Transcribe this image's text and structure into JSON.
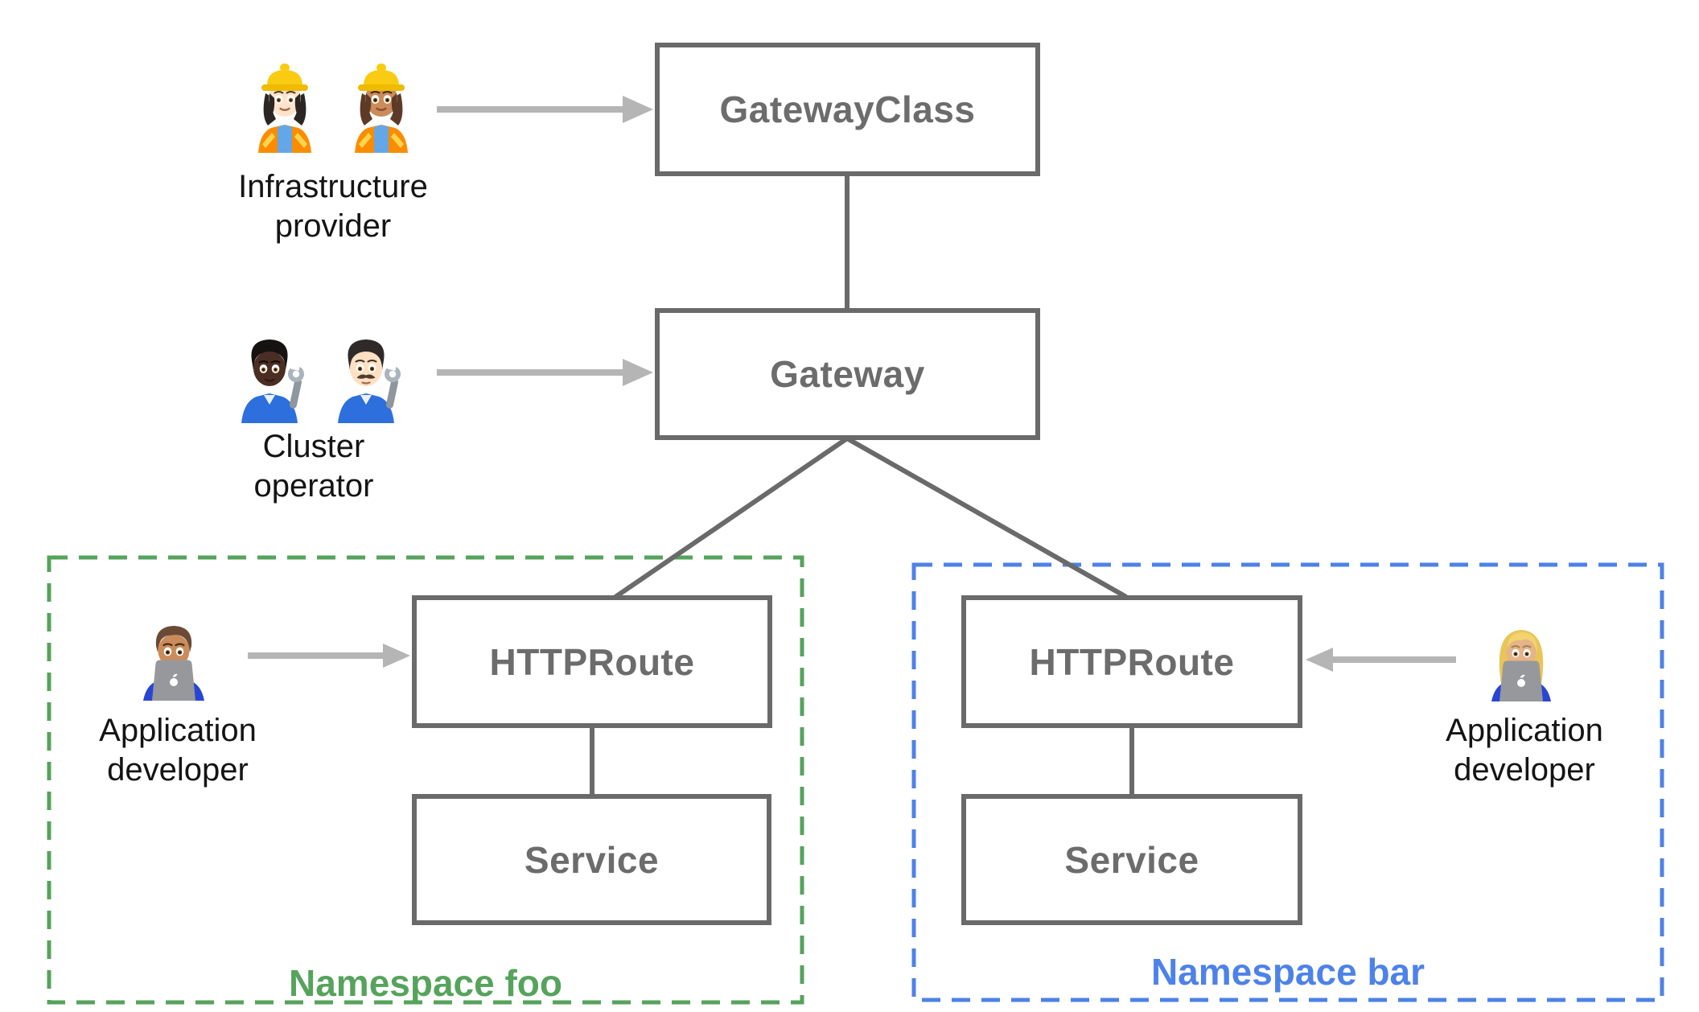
{
  "nodes": {
    "gatewayclass": {
      "label": "GatewayClass"
    },
    "gateway": {
      "label": "Gateway"
    },
    "httproute_foo": {
      "label": "HTTPRoute"
    },
    "service_foo": {
      "label": "Service"
    },
    "httproute_bar": {
      "label": "HTTPRoute"
    },
    "service_bar": {
      "label": "Service"
    }
  },
  "actors": {
    "infrastructure_provider": {
      "lines": [
        "Infrastructure",
        "provider"
      ],
      "icons": [
        "woman-construction-worker-light-skin-emoji",
        "woman-construction-worker-medium-skin-emoji"
      ]
    },
    "cluster_operator": {
      "lines": [
        "Cluster",
        "operator"
      ],
      "icons": [
        "person-mechanic-dark-skin-emoji",
        "man-mechanic-light-skin-emoji"
      ]
    },
    "application_developer_foo": {
      "lines": [
        "Application",
        "developer"
      ],
      "icons": [
        "man-technologist-medium-skin-emoji"
      ]
    },
    "application_developer_bar": {
      "lines": [
        "Application",
        "developer"
      ],
      "icons": [
        "woman-technologist-blonde-emoji"
      ]
    }
  },
  "namespaces": {
    "foo": {
      "label": "Namespace foo",
      "color": "#56a35c"
    },
    "bar": {
      "label": "Namespace bar",
      "color": "#4d82e8"
    }
  },
  "edges": [
    {
      "from": "gatewayclass",
      "to": "gateway"
    },
    {
      "from": "gateway",
      "to": "httproute_foo"
    },
    {
      "from": "gateway",
      "to": "httproute_bar"
    },
    {
      "from": "httproute_foo",
      "to": "service_foo"
    },
    {
      "from": "httproute_bar",
      "to": "service_bar"
    }
  ],
  "arrows": [
    {
      "from": "infrastructure_provider",
      "to": "gatewayclass"
    },
    {
      "from": "cluster_operator",
      "to": "gateway"
    },
    {
      "from": "application_developer_foo",
      "to": "httproute_foo"
    },
    {
      "from": "application_developer_bar",
      "to": "httproute_bar"
    }
  ],
  "colors": {
    "node_border": "#6a6a6a",
    "node_text": "#6c6c6c",
    "connector": "#6a6a6a",
    "arrow": "#b5b5b5",
    "actor_text": "#141414",
    "background": "#ffffff"
  }
}
